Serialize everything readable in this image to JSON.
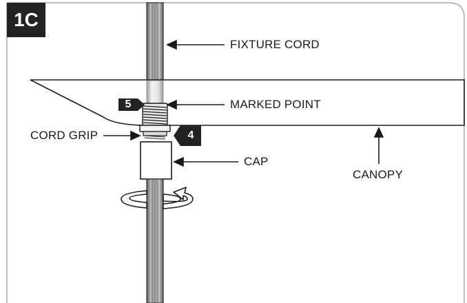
{
  "step": {
    "label": "1C"
  },
  "callouts": {
    "fixture_cord": "FIXTURE CORD",
    "marked_point": "MARKED POINT",
    "cord_grip": "CORD GRIP",
    "cap": "CAP",
    "canopy": "CANOPY"
  },
  "markers": {
    "marked_point_number": "5",
    "cord_grip_number": "4"
  },
  "colors": {
    "frame": "#bdbdbd",
    "ink": "#1a1a1a",
    "badge": "#222222",
    "cord_light": "#e6e6e6",
    "cord_mid": "#a8a8a8",
    "cord_dark": "#555555"
  },
  "icons": {
    "rotation": "rotate-arrow-icon"
  }
}
